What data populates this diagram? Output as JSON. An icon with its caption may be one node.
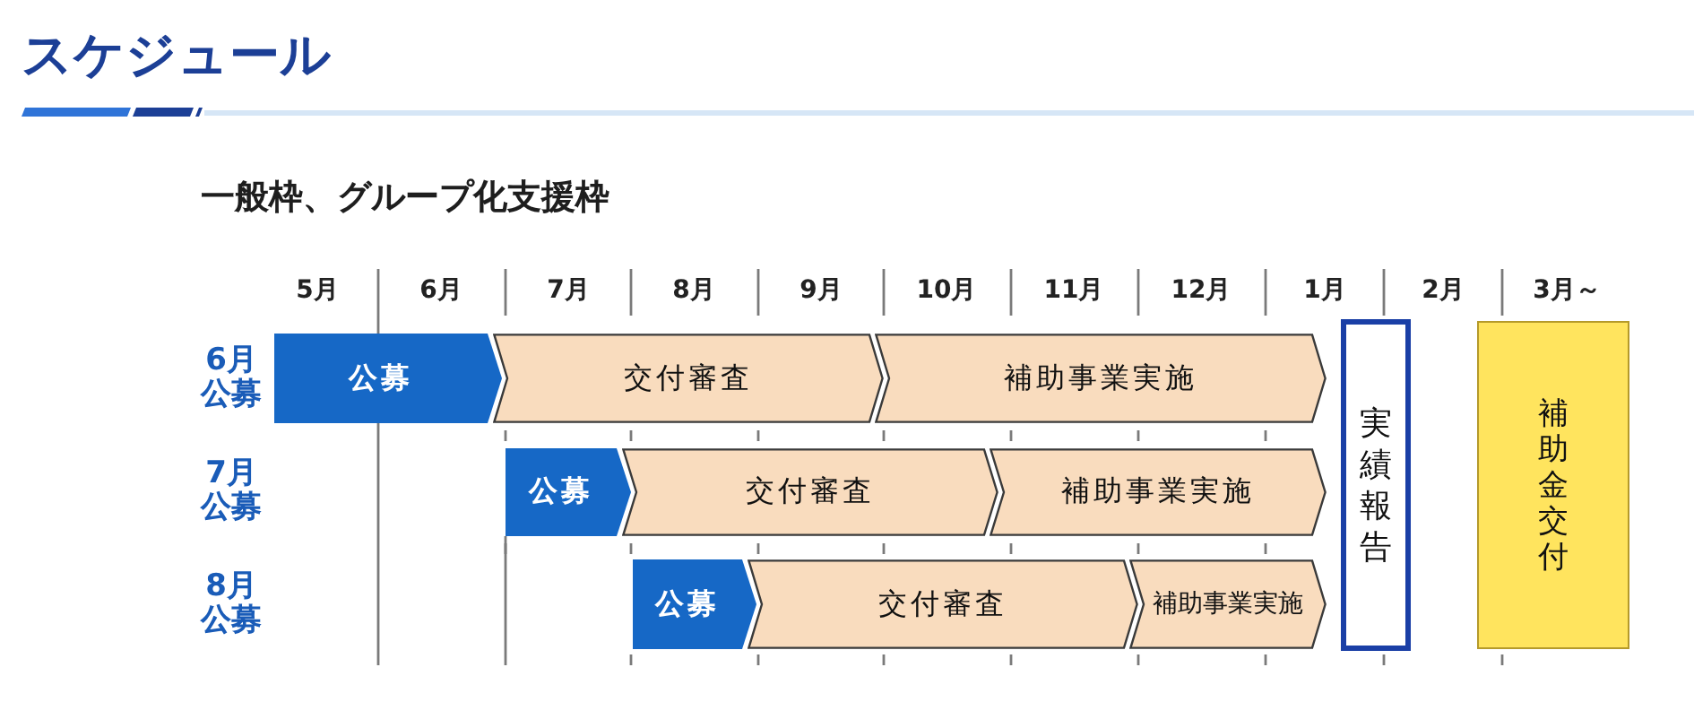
{
  "diagram": {
    "title": "スケジュール",
    "nodes": [
      {
        "text": [
          "公募"
        ]
      },
      {
        "text": [
          "交付審査"
        ]
      },
      {
        "text": [
          "補助事業実施"
        ]
      },
      {
        "text": [
          "公募"
        ]
      },
      {
        "text": [
          "交付審査"
        ]
      },
      {
        "text": [
          "補助事業実施"
        ]
      },
      {
        "text": [
          "公募"
        ]
      },
      {
        "text": [
          "交付審査"
        ]
      },
      {
        "text": [
          "補助事業実施"
        ]
      },
      {
        "text": [
          "実績報告"
        ]
      },
      {
        "text": [
          "補助金交付"
        ]
      }
    ],
    "labels": [
      "一般枠、グループ化支援枠",
      "5月",
      "6月",
      "7月",
      "8月",
      "9月",
      "10月",
      "11月",
      "12月",
      "1月",
      "2月",
      "3月～",
      "6月公募",
      "7月公募",
      "8月公募"
    ]
  }
}
